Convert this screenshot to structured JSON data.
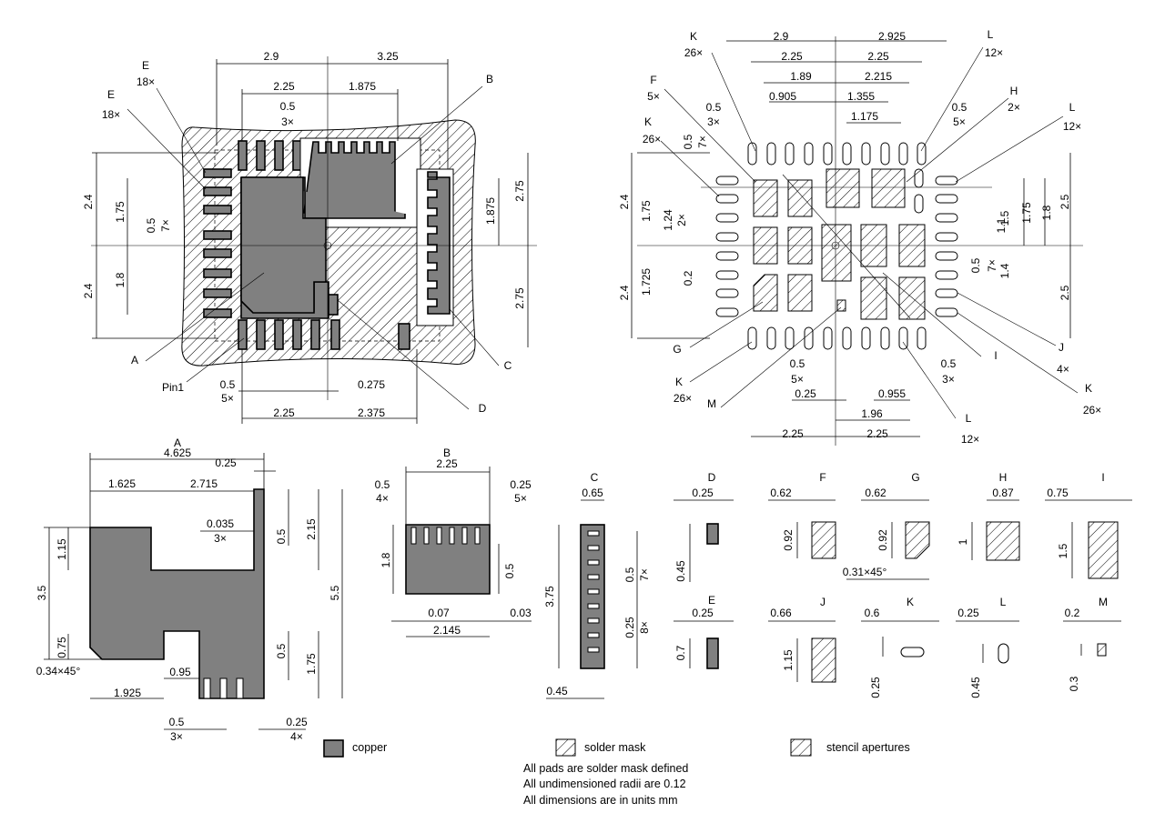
{
  "left_view": {
    "top_dims": [
      "2.9",
      "3.25",
      "2.25",
      "1.875",
      "0.5",
      "3×"
    ],
    "left_dims": [
      "2.4",
      "1.75",
      "0.5",
      "7×",
      "2.4",
      "1.8"
    ],
    "right_dims": [
      "2.75",
      "1.875",
      "2.75"
    ],
    "bottom_dims": [
      "0.5",
      "5×",
      "0.275",
      "2.25",
      "2.375"
    ],
    "callouts": [
      "E",
      "18×",
      "E",
      "18×",
      "B",
      "A",
      "Pin1",
      "C",
      "D"
    ]
  },
  "right_view": {
    "top_dims": [
      "2.9",
      "2.925",
      "2.25",
      "2.25",
      "1.89",
      "2.215",
      "0.905",
      "1.355",
      "1.175",
      "0.5",
      "3×",
      "0.5",
      "5×"
    ],
    "left_dims": [
      "2.4",
      "1.75",
      "1.24",
      "2×",
      "0.5",
      "7×",
      "2.4",
      "1.725",
      "0.2"
    ],
    "right_dims": [
      "1.1",
      "1.5",
      "1.75",
      "1.8",
      "2.5",
      "0.5",
      "7×",
      "1.4",
      "2.5"
    ],
    "bottom_dims": [
      "0.5",
      "5×",
      "0.5",
      "3×",
      "0.25",
      "0.955",
      "1.96",
      "2.25",
      "2.25"
    ],
    "callouts": [
      "K",
      "26×",
      "F",
      "5×",
      "K",
      "26×",
      "L",
      "12×",
      "H",
      "2×",
      "L",
      "12×",
      "G",
      "K",
      "26×",
      "M",
      "I",
      "J",
      "4×",
      "K",
      "26×",
      "L",
      "12×"
    ]
  },
  "details": {
    "A": {
      "label": "A",
      "dims": [
        "4.625",
        "0.25",
        "1.625",
        "2.715",
        "0.035",
        "3×",
        "1.15",
        "3.5",
        "0.75",
        "0.34×45°",
        "0.5",
        "2.15",
        "5.5",
        "0.5",
        "1.75",
        "0.95",
        "1.925",
        "0.5",
        "3×",
        "0.25",
        "4×"
      ]
    },
    "B": {
      "label": "B",
      "dims": [
        "2.25",
        "0.5",
        "4×",
        "0.25",
        "5×",
        "1.8",
        "0.5",
        "0.07",
        "0.03",
        "2.145"
      ]
    },
    "C": {
      "label": "C",
      "dims": [
        "0.65",
        "3.75",
        "0.5",
        "7×",
        "0.25",
        "8×",
        "0.45"
      ]
    },
    "D": {
      "label": "D",
      "dims": [
        "0.25",
        "0.45"
      ]
    },
    "E": {
      "label": "E",
      "dims": [
        "0.25",
        "0.7"
      ]
    },
    "F": {
      "label": "F",
      "dims": [
        "0.62",
        "0.92"
      ]
    },
    "G": {
      "label": "G",
      "dims": [
        "0.62",
        "0.92",
        "0.31×45°"
      ]
    },
    "H": {
      "label": "H",
      "dims": [
        "0.87",
        "1"
      ]
    },
    "I": {
      "label": "I",
      "dims": [
        "0.75",
        "1.5"
      ]
    },
    "J": {
      "label": "J",
      "dims": [
        "0.66",
        "1.15"
      ]
    },
    "K": {
      "label": "K",
      "dims": [
        "0.6",
        "0.25"
      ]
    },
    "L": {
      "label": "L",
      "dims": [
        "0.25",
        "0.45"
      ]
    },
    "M": {
      "label": "M",
      "dims": [
        "0.2",
        "0.3"
      ]
    }
  },
  "legend": {
    "copper": "copper",
    "solder_mask": "solder mask",
    "stencil": "stencil apertures",
    "notes": [
      "All pads are solder mask defined",
      "All undimensioned radii are 0.12",
      "All dimensions are in units mm"
    ]
  },
  "colors": {
    "copper": "#808080",
    "line": "#000000",
    "background": "#ffffff"
  }
}
